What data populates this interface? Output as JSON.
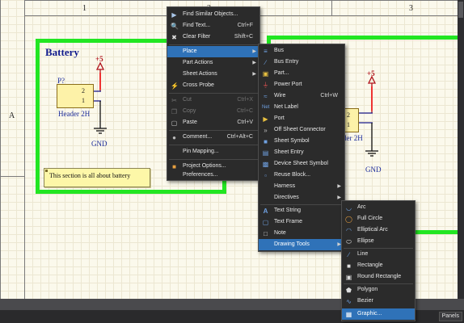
{
  "sheet": {
    "col_labels": [
      "1",
      "2",
      "3"
    ],
    "row_labels": [
      "A"
    ],
    "battery": {
      "title": "Battery",
      "designator": "P?",
      "pin_top": "2",
      "pin_bottom": "1",
      "part": "Header 2H",
      "power": "+5",
      "ground": "GND",
      "note": "This section is all about battery"
    },
    "right_block": {
      "pin_top": "2",
      "pin_bottom": "1",
      "part_partial": "der 2H",
      "power": "+5",
      "ground": "GND"
    }
  },
  "status_bar": {
    "panels_label": "Panels"
  },
  "context_menu": {
    "items": [
      {
        "icon": "find-similar-icon",
        "label": "Find Similar Objects...",
        "shortcut": ""
      },
      {
        "icon": "find-text-icon",
        "label": "Find Text...",
        "shortcut": "Ctrl+F"
      },
      {
        "icon": "clear-filter-icon",
        "label": "Clear Filter",
        "shortcut": "Shift+C"
      },
      {
        "icon": "",
        "label": "Place",
        "shortcut": ""
      },
      {
        "icon": "",
        "label": "Part Actions",
        "shortcut": ""
      },
      {
        "icon": "",
        "label": "Sheet Actions",
        "shortcut": ""
      },
      {
        "icon": "cross-probe-icon",
        "label": "Cross Probe",
        "shortcut": ""
      },
      {
        "icon": "cut-icon",
        "label": "Cut",
        "shortcut": "Ctrl+X"
      },
      {
        "icon": "copy-icon",
        "label": "Copy",
        "shortcut": "Ctrl+C"
      },
      {
        "icon": "paste-icon",
        "label": "Paste",
        "shortcut": "Ctrl+V"
      },
      {
        "icon": "comment-icon",
        "label": "Comment...",
        "shortcut": "Ctrl+Alt+C"
      },
      {
        "icon": "",
        "label": "Pin Mapping...",
        "shortcut": ""
      },
      {
        "icon": "project-options-icon",
        "label": "Project Options...",
        "shortcut": ""
      },
      {
        "icon": "",
        "label": "Preferences...",
        "shortcut": ""
      }
    ]
  },
  "place_menu": {
    "items": [
      {
        "icon": "bus-icon",
        "label": "Bus",
        "shortcut": ""
      },
      {
        "icon": "bus-entry-icon",
        "label": "Bus Entry",
        "shortcut": ""
      },
      {
        "icon": "part-icon",
        "label": "Part...",
        "shortcut": ""
      },
      {
        "icon": "power-port-icon",
        "label": "Power Port",
        "shortcut": ""
      },
      {
        "icon": "wire-icon",
        "label": "Wire",
        "shortcut": "Ctrl+W"
      },
      {
        "icon": "net-label-icon",
        "label": "Net Label",
        "shortcut": ""
      },
      {
        "icon": "port-icon",
        "label": "Port",
        "shortcut": ""
      },
      {
        "icon": "off-sheet-connector-icon",
        "label": "Off Sheet Connector",
        "shortcut": ""
      },
      {
        "icon": "sheet-symbol-icon",
        "label": "Sheet Symbol",
        "shortcut": ""
      },
      {
        "icon": "sheet-entry-icon",
        "label": "Sheet Entry",
        "shortcut": ""
      },
      {
        "icon": "device-sheet-symbol-icon",
        "label": "Device Sheet Symbol",
        "shortcut": ""
      },
      {
        "icon": "reuse-block-icon",
        "label": "Reuse Block...",
        "shortcut": ""
      },
      {
        "icon": "",
        "label": "Harness",
        "shortcut": ""
      },
      {
        "icon": "",
        "label": "Directives",
        "shortcut": ""
      },
      {
        "icon": "text-string-icon",
        "label": "Text String",
        "shortcut": ""
      },
      {
        "icon": "text-frame-icon",
        "label": "Text Frame",
        "shortcut": ""
      },
      {
        "icon": "note-icon",
        "label": "Note",
        "shortcut": ""
      },
      {
        "icon": "",
        "label": "Drawing Tools",
        "shortcut": ""
      }
    ]
  },
  "drawing_menu": {
    "items": [
      {
        "icon": "arc-icon",
        "label": "Arc"
      },
      {
        "icon": "full-circle-icon",
        "label": "Full Circle"
      },
      {
        "icon": "elliptical-arc-icon",
        "label": "Elliptical Arc"
      },
      {
        "icon": "ellipse-icon",
        "label": "Ellipse"
      },
      {
        "icon": "line-icon",
        "label": "Line"
      },
      {
        "icon": "rectangle-icon",
        "label": "Rectangle"
      },
      {
        "icon": "round-rectangle-icon",
        "label": "Round Rectangle"
      },
      {
        "icon": "polygon-icon",
        "label": "Polygon"
      },
      {
        "icon": "bezier-icon",
        "label": "Bezier"
      },
      {
        "icon": "graphic-icon",
        "label": "Graphic..."
      }
    ]
  }
}
